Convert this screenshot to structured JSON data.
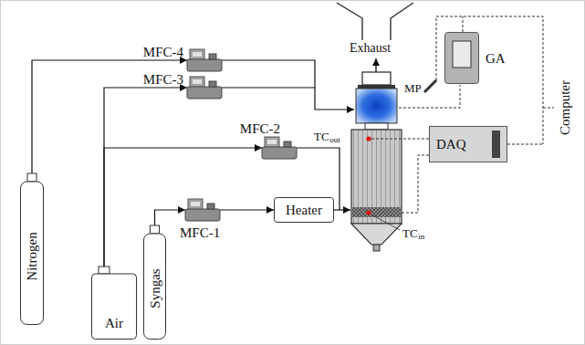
{
  "diagram": {
    "nodes": [
      {
        "text": [
          "MFC-4"
        ]
      },
      {
        "text": [
          "MFC-3"
        ]
      },
      {
        "text": [
          "GA"
        ]
      },
      {
        "text": [
          "MFC-2"
        ]
      },
      {
        "text": [
          "DAQ"
        ]
      },
      {
        "text": [
          "MFC-1"
        ]
      },
      {
        "text": [
          "Heater"
        ]
      },
      {
        "text": [
          "Nitrogen"
        ]
      },
      {
        "text": [
          "Syngas"
        ]
      },
      {
        "text": [
          "Air"
        ]
      }
    ],
    "edges": [
      {
        "from": 7,
        "to": 0,
        "arrow": "to"
      },
      {
        "from": 9,
        "to": 1,
        "arrow": "to"
      },
      {
        "from": 9,
        "to": 3,
        "arrow": "to"
      },
      {
        "from": 8,
        "to": 5,
        "arrow": "to"
      },
      {
        "from": 5,
        "to": 6,
        "arrow": "to"
      }
    ],
    "labels": [
      "Exhaust",
      "MP",
      "TC",
      "out",
      "TC",
      "in",
      "Computer"
    ]
  }
}
